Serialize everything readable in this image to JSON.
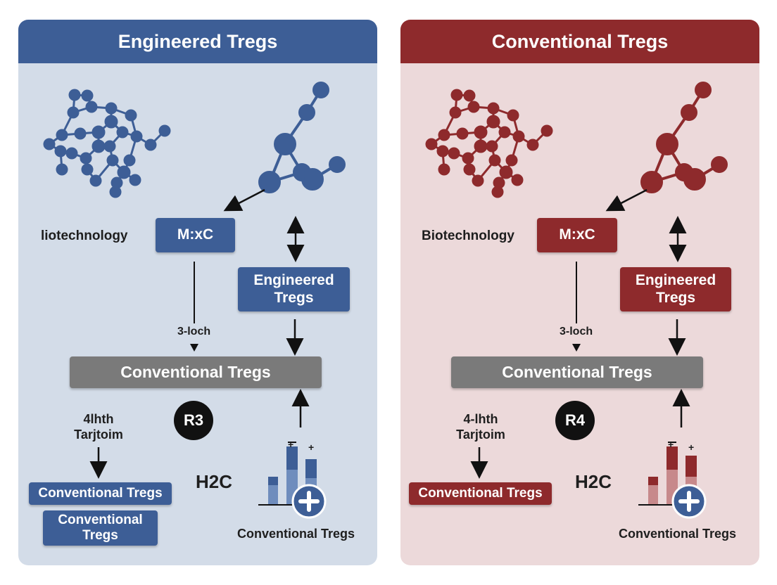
{
  "colors": {
    "blue_accent": "#3d5e96",
    "blue_panel_bg": "#d3dce8",
    "red_accent": "#8e2a2c",
    "red_panel_bg": "#ecd9da",
    "grey_box": "#7a7a7a",
    "badge": "#111111"
  },
  "left": {
    "title": "Engineered Tregs",
    "side_label": "liotechnology",
    "mxc_label": "M:xC",
    "engineered_label": "Engineered Tregs",
    "step_label": "3-loch",
    "conventional_bar": "Conventional Tregs",
    "badge": "R3",
    "note_line1": "4lhth",
    "note_line2": "Tarjtoim",
    "formula": "H2C",
    "bottom_box1": "Conventional Tregs",
    "bottom_box2": "Conventional Tregs",
    "chart_caption": "Conventional Tregs",
    "plus_marks": [
      "+",
      "+"
    ]
  },
  "right": {
    "title": "Conventional Tregs",
    "side_label": "Biotechnology",
    "mxc_label": "M:xC",
    "engineered_label": "Engineered Tregs",
    "step_label": "3-loch",
    "conventional_bar": "Conventional Tregs",
    "badge": "R4",
    "note_line1": "4-lhth",
    "note_line2": "Tarjtoim",
    "formula": "H2C",
    "bottom_box1": "Conventional Tregs",
    "chart_caption": "Conventional Tregs",
    "plus_marks": [
      "+",
      "+"
    ]
  }
}
